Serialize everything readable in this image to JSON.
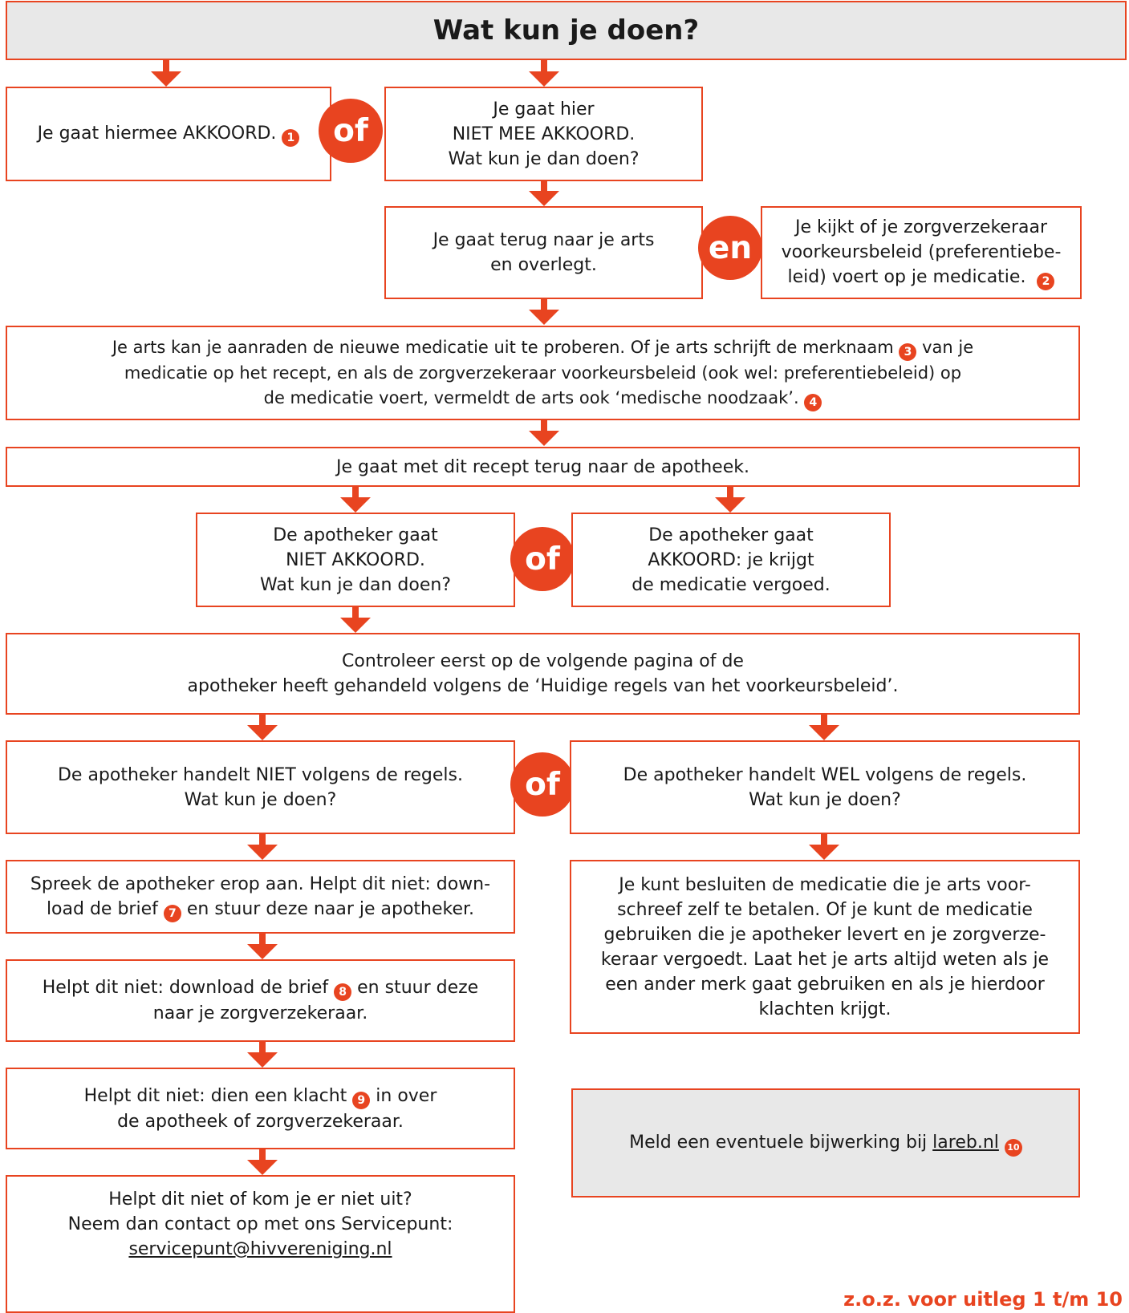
{
  "title": "Wat kun je doen?",
  "connectors": {
    "of": "of",
    "en": "en"
  },
  "steps": {
    "akkoord": "Je gaat hiermee AKKOORD.",
    "niet_akkoord": [
      "Je gaat hier",
      "NIET MEE AKKOORD.",
      "Wat kun je dan doen?"
    ],
    "terug_arts": [
      "Je gaat terug naar je arts",
      "en overlegt."
    ],
    "zorgverzekeraar": [
      "Je kijkt of je zorgverzekeraar",
      "voorkeursbeleid (preferentiebe-",
      "leid) voert op je medicatie."
    ],
    "arts_advies": {
      "l1a": "Je arts kan je aanraden de nieuwe medicatie uit te proberen. Of je arts schrijft de merknaam",
      "l1b": "van je",
      "l2": "medicatie op het recept, en als de zorgverzekeraar voorkeursbeleid (ook wel: preferentiebeleid) op",
      "l3": "de medicatie voert, vermeldt de arts ook ‘medische noodzaak’."
    },
    "apotheek": "Je gaat met dit recept terug naar de apotheek.",
    "apotheker_niet": [
      "De apotheker gaat",
      "NIET AKKOORD.",
      "Wat kun je dan doen?"
    ],
    "apotheker_wel": [
      "De apotheker gaat",
      "AKKOORD: je krijgt",
      "de medicatie vergoed."
    ],
    "controleer": [
      "Controleer eerst op de volgende pagina of de",
      "apotheker heeft gehandeld volgens de ‘Huidige regels van het voorkeursbeleid’."
    ],
    "handelt_niet": [
      "De apotheker handelt NIET volgens de regels.",
      "Wat kun je doen?"
    ],
    "handelt_wel": [
      "De apotheker handelt WEL volgens de regels.",
      "Wat kun je doen?"
    ],
    "spreek_aan": {
      "l1": "Spreek de apotheker erop aan. Helpt dit niet: down-",
      "l2a": "load de brief",
      "l2b": "en stuur deze naar je apotheker."
    },
    "zelf_betalen": [
      "Je kunt besluiten de medicatie die je arts voor-",
      "schreef zelf te betalen. Of je kunt de medicatie",
      "gebruiken die je apotheker levert en je zorgverze-",
      "keraar vergoedt. Laat het je arts altijd weten als je",
      "een ander merk gaat gebruiken en als je hierdoor",
      "klachten krijgt."
    ],
    "brief_zorgverzekeraar": {
      "l1a": "Helpt dit niet: download de brief",
      "l1b": "en stuur deze",
      "l2": "naar je zorgverzekeraar."
    },
    "klacht": {
      "l1a": "Helpt dit niet: dien een klacht",
      "l1b": "in over",
      "l2": "de apotheek of zorgverzekeraar."
    },
    "contact": {
      "l1": "Helpt dit niet of kom je er niet uit?",
      "l2": "Neem dan contact op met ons Servicepunt:",
      "email": "servicepunt@hivvereniging.nl"
    },
    "bijwerking": {
      "text": "Meld een eventuele bijwerking bij",
      "link": "lareb.nl"
    }
  },
  "badges": {
    "b1": "1",
    "b2": "2",
    "b3": "3",
    "b4": "4",
    "b7": "7",
    "b8": "8",
    "b9": "9",
    "b10": "10"
  },
  "footer": "z.o.z. voor uitleg 1 t/m 10",
  "colors": {
    "accent": "#e84420",
    "grey_fill": "#e8e8e8"
  }
}
